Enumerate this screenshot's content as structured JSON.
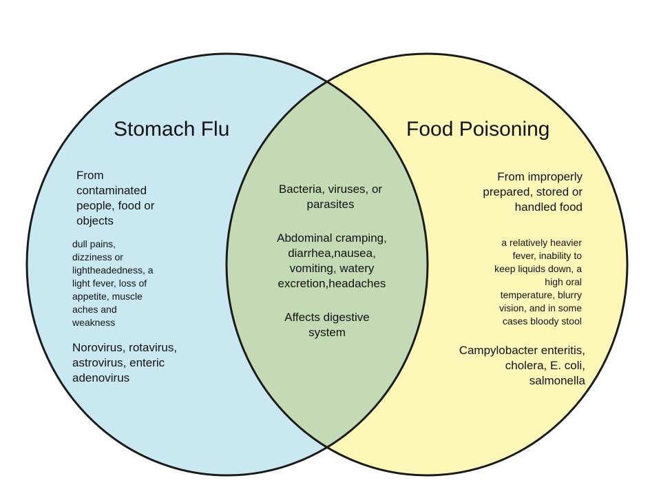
{
  "colors": {
    "left_fill": "#c9e8f2",
    "right_fill": "#fdf8b8",
    "overlap_fill": "#c4dab4",
    "outline": "#1a1a1a"
  },
  "left": {
    "title": "Stomach Flu",
    "source": "From\ncontaminated\npeople, food or\nobjects",
    "symptoms": "dull pains,\ndizziness or\nlightheadedness, a\nlight fever, loss of\nappetite, muscle\naches and\nweakness",
    "causes": "Norovirus, rotavirus,\nastrovirus, enteric\nadenovirus"
  },
  "right": {
    "title": "Food Poisoning",
    "source": "From improperly\nprepared, stored or\nhandled food",
    "symptoms": "a relatively heavier\nfever, inability to\nkeep liquids down, a\nhigh oral\ntemperature, blurry\nvision, and in some\ncases bloody stool",
    "causes": "Campylobacter enteritis,\ncholera, E. coli,\nsalmonella"
  },
  "overlap": {
    "cause": "Bacteria, viruses, or\nparasites",
    "symptoms": "Abdominal cramping,\ndiarrhea,nausea,\nvomiting, watery\nexcretion,headaches",
    "effect": "Affects digestive\nsystem"
  }
}
